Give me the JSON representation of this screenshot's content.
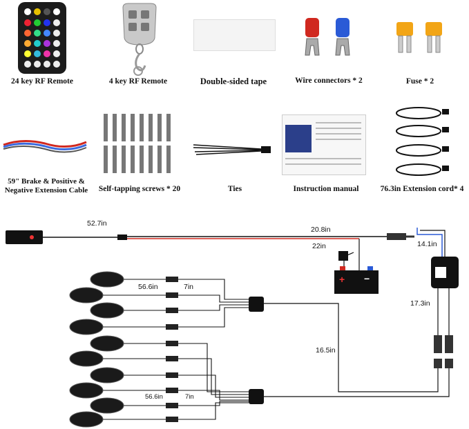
{
  "items_row1": {
    "remote24": "24 key RF Remote",
    "remote4": "4 key RF Remote",
    "tape": "Double-sided tape",
    "connectors": "Wire connectors * 2",
    "fuse": "Fuse * 2"
  },
  "items_row2": {
    "cable_line1": "59\" Brake & Positive &",
    "cable_line2": "Negative Extension Cable",
    "screws": "Self-tapping screws * 20",
    "ties": "Ties",
    "manual": "Instruction manual",
    "cord": "76.3in Extension cord* 4"
  },
  "diagram": {
    "len_main": "52.7in",
    "len_power": "20.8in",
    "len_fuse": "22in",
    "len_ctrl": "14.1in",
    "len_ctrl_down": "17.3in",
    "len_branch": "16.5in",
    "len_pod_top": "56.6in",
    "len_pod_bottom": "56.6in",
    "len_short_top": "7in",
    "len_short_bottom": "7in",
    "battery_plus": "+",
    "battery_minus": "−"
  },
  "colors": {
    "remote_body": "#1a1a1a",
    "red_wire": "#d0281f",
    "blue_wire": "#2a5ad6",
    "fuse_amber": "#f2a516"
  }
}
